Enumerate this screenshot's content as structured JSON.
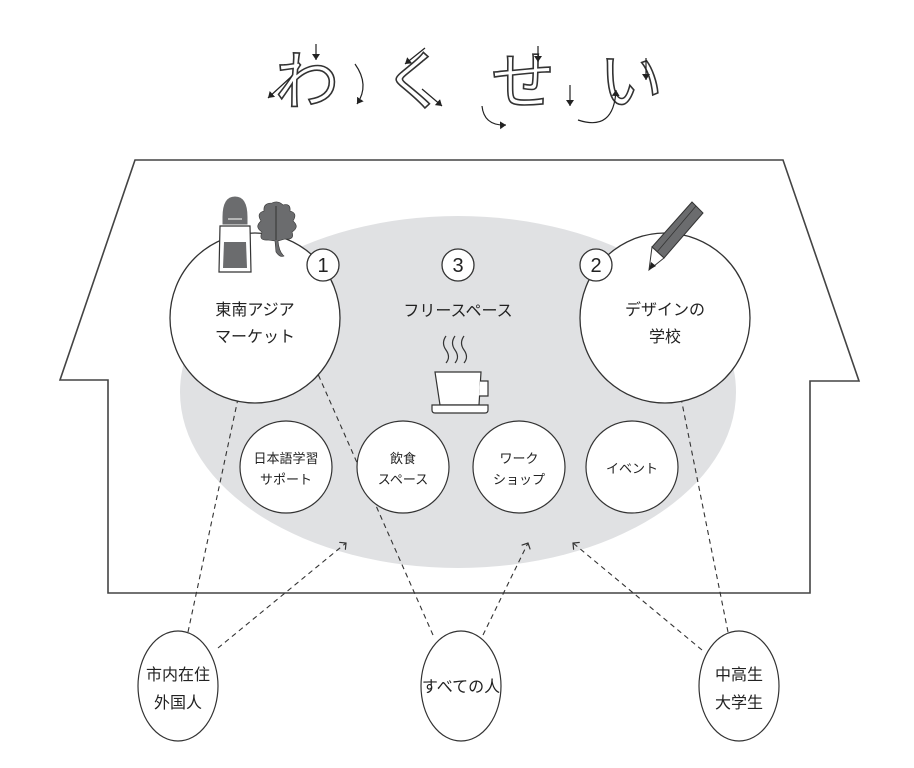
{
  "logo": {
    "text": "わくせい",
    "chars": [
      "わ",
      "く",
      "せ",
      "い"
    ]
  },
  "colors": {
    "line": "#333333",
    "zone_fill": "#e0e1e3",
    "icon_fill": "#6b6c6e",
    "background": "#ffffff"
  },
  "zones": [
    {
      "number": "1",
      "line1": "東南アジア",
      "line2": "マーケット",
      "icons": [
        "salt-shaker-icon",
        "leaf-icon"
      ]
    },
    {
      "number": "2",
      "line1": "デザインの",
      "line2": "学校",
      "icons": [
        "pencil-icon"
      ]
    },
    {
      "number": "3",
      "line1": "フリースペース",
      "icons": [
        "coffee-cup-icon"
      ]
    }
  ],
  "activities": [
    {
      "line1": "日本語学習",
      "line2": "サポート"
    },
    {
      "line1": "飲食",
      "line2": "スペース"
    },
    {
      "line1": "ワーク",
      "line2": "ショップ"
    },
    {
      "line1": "イベント",
      "line2": ""
    }
  ],
  "audiences": [
    {
      "line1": "市内在住",
      "line2": "外国人"
    },
    {
      "line1": "すべての人",
      "line2": ""
    },
    {
      "line1": "中高生",
      "line2": "大学生"
    }
  ]
}
